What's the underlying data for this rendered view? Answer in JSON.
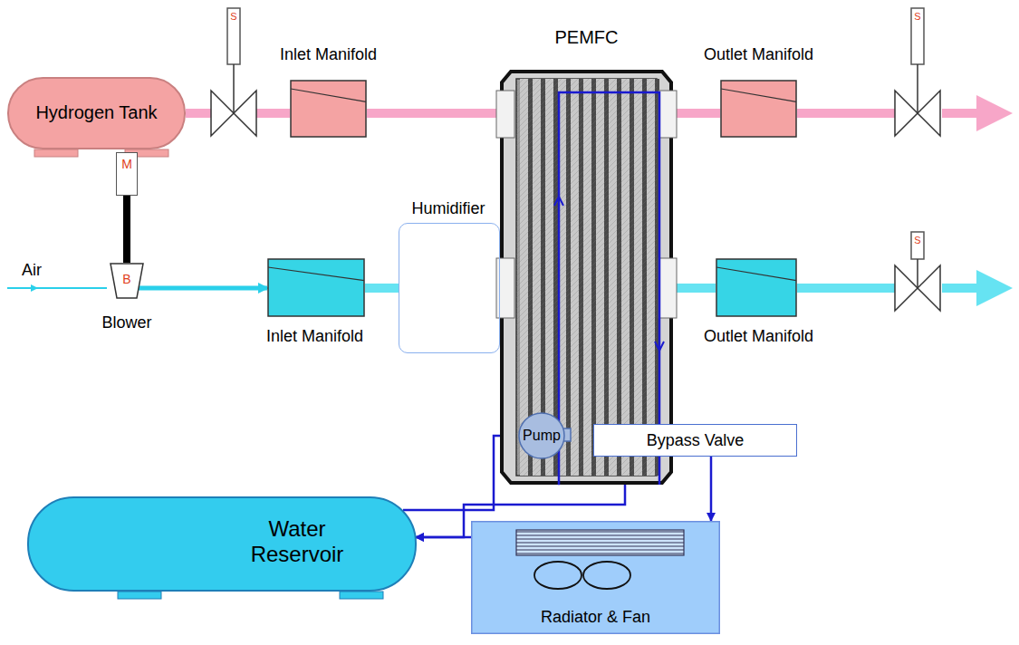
{
  "diagram": {
    "nodes": [
      {
        "text": [
          "Hydrogen Tank"
        ]
      },
      {
        "text": [
          "S"
        ]
      },
      {
        "text": [
          "Inlet Manifold"
        ]
      },
      {
        "text": [
          "PEMFC"
        ]
      },
      {
        "text": [
          "Outlet Manifold"
        ]
      },
      {
        "text": [
          "S"
        ]
      },
      {
        "text": [
          "M"
        ]
      },
      {
        "text": [
          "B",
          "Blower"
        ]
      },
      {
        "text": [
          "Inlet Manifold"
        ]
      },
      {
        "text": [
          "Humidifier"
        ]
      },
      {
        "text": [
          "Outlet Manifold"
        ]
      },
      {
        "text": [
          "S"
        ]
      },
      {
        "text": [
          "Pump"
        ]
      },
      {
        "text": [
          "Bypass Valve"
        ]
      },
      {
        "text": [
          "Water Reservoir"
        ]
      },
      {
        "text": [
          "Radiator & Fan"
        ]
      }
    ],
    "edges": [
      {
        "from": 0,
        "to": 1,
        "arrow": "none"
      },
      {
        "from": 1,
        "to": 2,
        "arrow": "none"
      },
      {
        "from": 2,
        "to": 3,
        "arrow": "none"
      },
      {
        "from": 3,
        "to": 4,
        "arrow": "none"
      },
      {
        "from": 4,
        "to": 5,
        "arrow": "none"
      },
      {
        "from": 6,
        "to": 7,
        "arrow": "none"
      },
      {
        "from": 7,
        "to": 8,
        "arrow": "to"
      },
      {
        "from": 8,
        "to": 9,
        "arrow": "none"
      },
      {
        "from": 9,
        "to": 3,
        "arrow": "none"
      },
      {
        "from": 3,
        "to": 10,
        "arrow": "none"
      },
      {
        "from": 10,
        "to": 11,
        "arrow": "none"
      },
      {
        "from": 12,
        "to": 3,
        "arrow": "to"
      },
      {
        "from": 3,
        "to": 13,
        "arrow": "to"
      },
      {
        "from": 14,
        "to": 12,
        "arrow": "to"
      },
      {
        "from": 13,
        "to": 14,
        "arrow": "to"
      },
      {
        "from": 13,
        "to": 15,
        "arrow": "to"
      },
      {
        "from": 15,
        "to": 14,
        "arrow": "to"
      }
    ],
    "labels": [
      "Air"
    ]
  }
}
